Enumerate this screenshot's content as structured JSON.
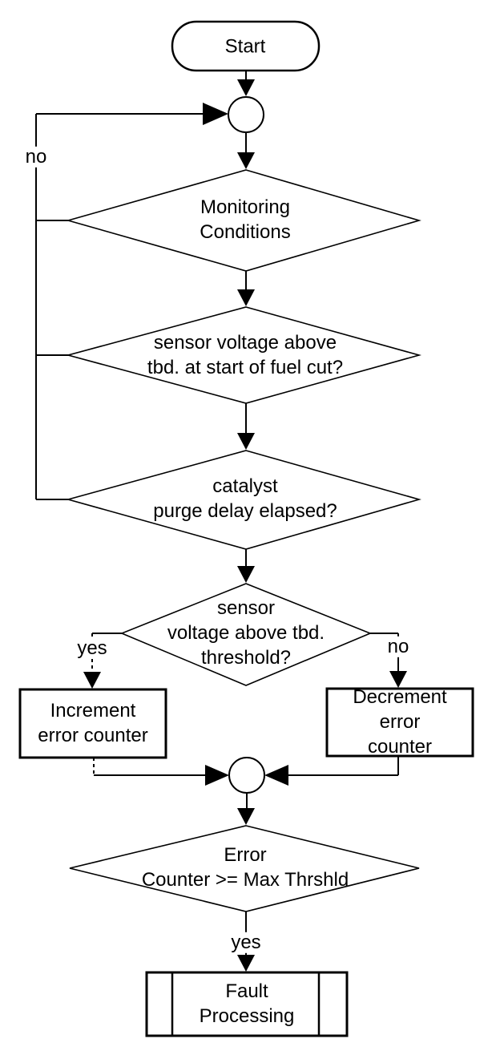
{
  "diagram": {
    "title": "error counter monitoring flowchart",
    "background_color": "#ffffff",
    "line_color": "#000000",
    "text_color": "#000000",
    "nodes": {
      "start": "Start",
      "monitoring": "Monitoring\nConditions",
      "sensor_fuel_cut": "sensor voltage above\ntbd. at start of fuel cut?",
      "catalyst_purge": "catalyst\npurge delay elapsed?",
      "sensor_threshold": "sensor\nvoltage above tbd.\nthreshold?",
      "increment": "Increment\nerror counter",
      "decrement": "Decrement\nerror counter",
      "error_counter": "Error\nCounter >= Max Thrshld",
      "fault": "Fault\nProcessing"
    },
    "edge_labels": {
      "loop_no": "no",
      "branch_yes": "yes",
      "branch_no": "no",
      "bottom_yes": "yes"
    }
  }
}
